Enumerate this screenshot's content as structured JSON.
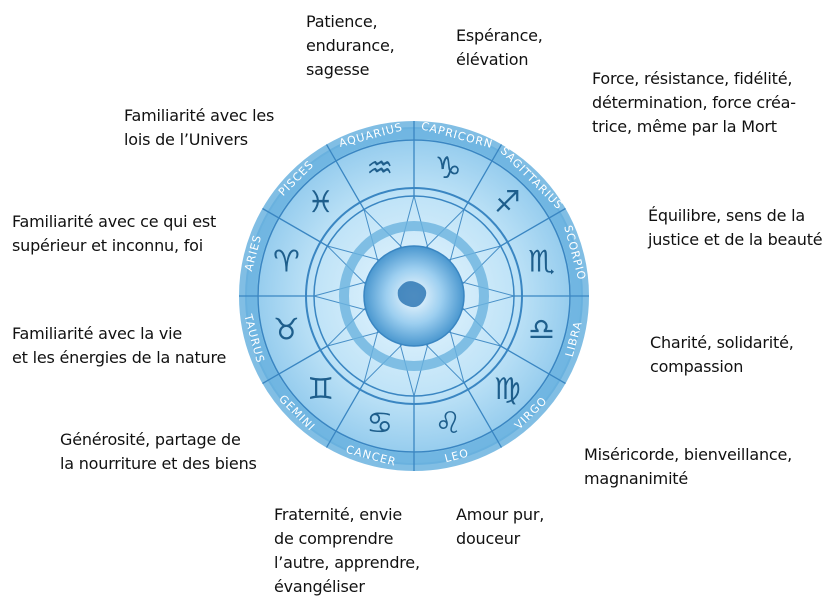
{
  "colors": {
    "disc_outer": "#a9d7f1",
    "disc_inner": "#bfe3f7",
    "ring_band": "#6bb3df",
    "line": "#3a86c2",
    "glyph": "#1e5e8c",
    "text": "#111111"
  },
  "signs": [
    {
      "name": "CAPRICORN",
      "glyph": "♑"
    },
    {
      "name": "SAGITTARIUS",
      "glyph": "♐"
    },
    {
      "name": "SCORPIO",
      "glyph": "♏"
    },
    {
      "name": "LIBRA",
      "glyph": "♎"
    },
    {
      "name": "VIRGO",
      "glyph": "♍"
    },
    {
      "name": "LEO",
      "glyph": "♌"
    },
    {
      "name": "CANCER",
      "glyph": "♋"
    },
    {
      "name": "GEMINI",
      "glyph": "♊"
    },
    {
      "name": "TAURUS",
      "glyph": "♉"
    },
    {
      "name": "ARIES",
      "glyph": "♈"
    },
    {
      "name": "PISCES",
      "glyph": "♓"
    },
    {
      "name": "AQUARIUS",
      "glyph": "♒"
    }
  ],
  "virtues": {
    "capricorn": "Patience,\nendurance,\nsagesse",
    "sagittarius": "Espérance,\nélévation",
    "scorpio": "Force, résistance, fidélité,\ndétermination, force créa-\ntrice, même par la Mort",
    "libra": "Équilibre, sens de la\njustice et de la beauté",
    "virgo": "Charité, solidarité,\ncompassion",
    "leo": "Miséricorde, bienveillance,\nmagnanimité",
    "cancer": "Amour pur,\ndouceur",
    "gemini": "Fraternité, envie\nde comprendre\nl’autre, apprendre,\névangéliser",
    "taurus": "Générosité, partage de\nla nourriture et des biens",
    "aries": "Familiarité avec la vie\net les énergies de la nature",
    "pisces": "Familiarité avec ce qui est\nsupérieur et inconnu, foi",
    "aquarius": "Familiarité avec les\nlois de l’Univers"
  }
}
